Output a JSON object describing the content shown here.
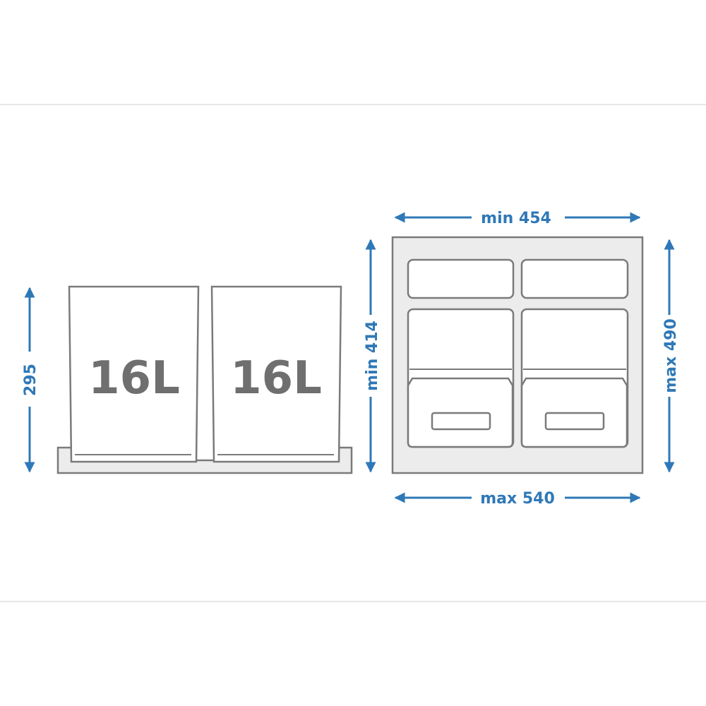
{
  "colors": {
    "dimension": "#2f78b7",
    "outline": "#7a7a7a",
    "panel_fill": "#ececec",
    "volume_text": "#6f6f6f"
  },
  "bins": [
    {
      "volume": "16L"
    },
    {
      "volume": "16L"
    }
  ],
  "dimensions": {
    "bin_height": "295",
    "frame_height_min": "min 414",
    "frame_height_max": "max 490",
    "frame_width_min": "min 454",
    "frame_width_max": "max 540"
  }
}
